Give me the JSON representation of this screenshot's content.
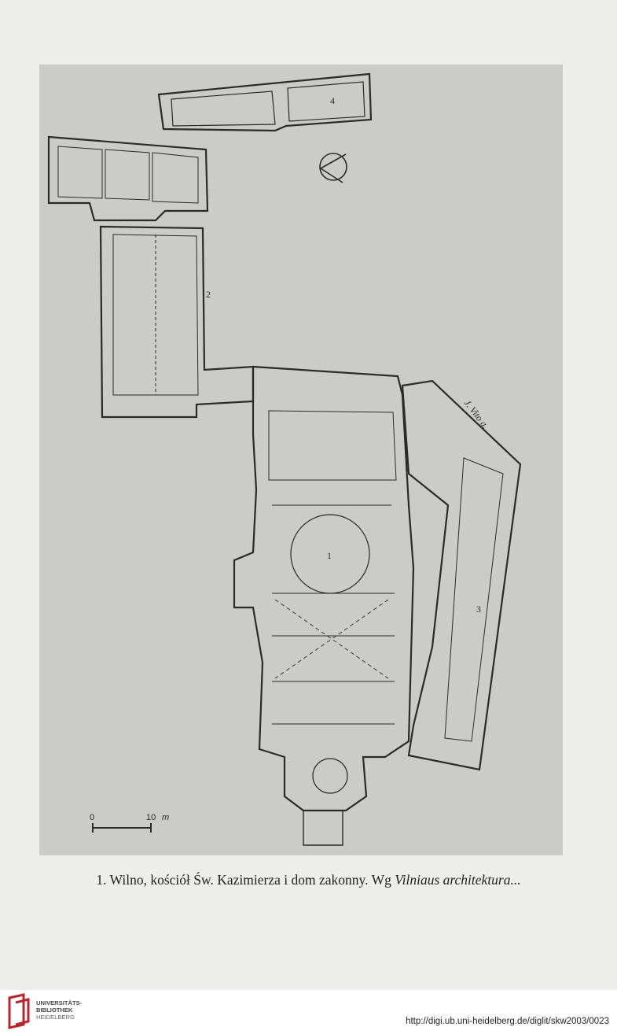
{
  "plan": {
    "labels": {
      "church": "1",
      "wing_north": "2",
      "wing_east": "3",
      "annex": "4"
    },
    "street": "J. Vito g.",
    "scale": {
      "start": "0",
      "end": "10",
      "unit": "m"
    }
  },
  "caption": {
    "prefix": "1. Wilno, kościół Św. Kazimierza i dom zakonny. Wg ",
    "source": "Vilniaus architektura..."
  },
  "footer": {
    "institution_line1": "UNIVERSITÄTS-",
    "institution_line2": "BIBLIOTHEK",
    "institution_line3": "HEIDELBERG",
    "url": "http://digi.ub.uni-heidelberg.de/diglit/skw2003/0023"
  },
  "colors": {
    "paper": "#ededeb",
    "plate": "#cbcbc9",
    "ink": "#2a2a2a",
    "logo": "#b5262b"
  }
}
